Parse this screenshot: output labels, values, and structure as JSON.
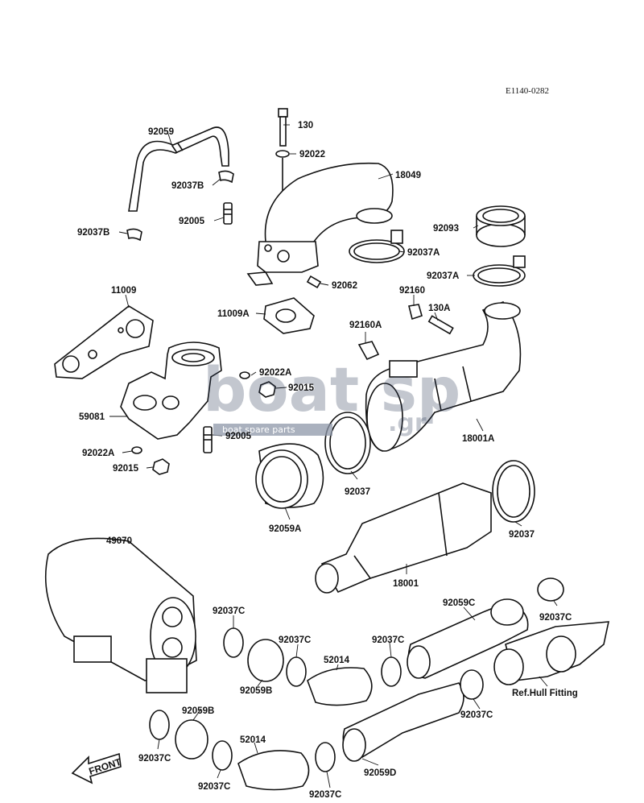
{
  "diagram": {
    "code": "E1140-0282",
    "watermark": {
      "brand": "boat sp",
      "tagline": "boat spare parts",
      "domain": ".gr"
    },
    "front_label": "FRONT",
    "parts": [
      {
        "id": "p1",
        "label": "92059"
      },
      {
        "id": "p2",
        "label": "130"
      },
      {
        "id": "p3",
        "label": "92022"
      },
      {
        "id": "p4",
        "label": "18049"
      },
      {
        "id": "p5",
        "label": "92037B"
      },
      {
        "id": "p6",
        "label": "92005"
      },
      {
        "id": "p7",
        "label": "92037B"
      },
      {
        "id": "p8",
        "label": "92093"
      },
      {
        "id": "p9",
        "label": "92037A"
      },
      {
        "id": "p10",
        "label": "92037A"
      },
      {
        "id": "p11",
        "label": "11009"
      },
      {
        "id": "p12",
        "label": "92062"
      },
      {
        "id": "p13",
        "label": "92160"
      },
      {
        "id": "p14",
        "label": "11009A"
      },
      {
        "id": "p15",
        "label": "130A"
      },
      {
        "id": "p16",
        "label": "92160A"
      },
      {
        "id": "p17",
        "label": "92022A"
      },
      {
        "id": "p18",
        "label": "92015"
      },
      {
        "id": "p19",
        "label": "59081"
      },
      {
        "id": "p20",
        "label": "92005"
      },
      {
        "id": "p21",
        "label": "18001A"
      },
      {
        "id": "p22",
        "label": "92022A"
      },
      {
        "id": "p23",
        "label": "92015"
      },
      {
        "id": "p24",
        "label": "92037"
      },
      {
        "id": "p25",
        "label": "92059A"
      },
      {
        "id": "p26",
        "label": "92037"
      },
      {
        "id": "p27",
        "label": "49070"
      },
      {
        "id": "p28",
        "label": "18001"
      },
      {
        "id": "p29",
        "label": "92059C"
      },
      {
        "id": "p30",
        "label": "92037C"
      },
      {
        "id": "p31",
        "label": "92037C"
      },
      {
        "id": "p32",
        "label": "92037C"
      },
      {
        "id": "p33",
        "label": "52014"
      },
      {
        "id": "p34",
        "label": "92037C"
      },
      {
        "id": "p35",
        "label": "92059B"
      },
      {
        "id": "p36",
        "label": "Ref.Hull Fitting"
      },
      {
        "id": "p37",
        "label": "92037C"
      },
      {
        "id": "p38",
        "label": "92059B"
      },
      {
        "id": "p39",
        "label": "52014"
      },
      {
        "id": "p40",
        "label": "92037C"
      },
      {
        "id": "p41",
        "label": "92037C"
      },
      {
        "id": "p42",
        "label": "92059D"
      },
      {
        "id": "p43",
        "label": "92037C"
      }
    ]
  }
}
